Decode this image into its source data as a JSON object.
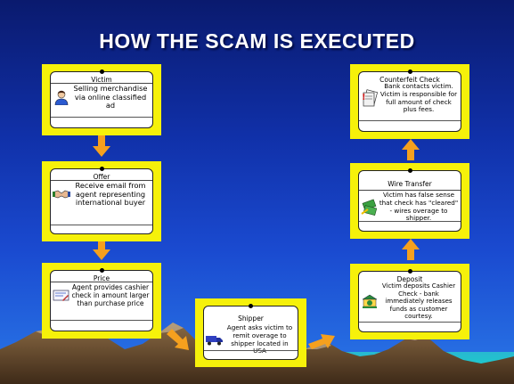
{
  "title": "HOW THE SCAM IS EXECUTED",
  "steps": [
    {
      "heading": "Victim",
      "text": "Selling merchandise via online classified ad",
      "icon": "person-icon"
    },
    {
      "heading": "Offer",
      "text": "Receive email from agent representing international buyer",
      "icon": "handshake-icon"
    },
    {
      "heading": "Price",
      "text": "Agent provides cashier check in amount larger than purchase price",
      "icon": "check-document-icon"
    },
    {
      "heading": "Shipper",
      "text": "Agent asks victim to remit overage to shipper located in USA",
      "icon": "truck-icon"
    },
    {
      "heading": "Deposit",
      "text": "Victim deposits Cashier Check - bank immediately releases funds as customer courtesy.",
      "icon": "bank-icon"
    },
    {
      "heading": "Wire Transfer",
      "text": "Victim has false sense that check has \"cleared\" - wires overage to shipper.",
      "icon": "money-wire-icon"
    },
    {
      "heading": "Counterfeit Check",
      "text": "Bank contacts victim.  Victim is responsible for full amount of check plus fees.",
      "icon": "alert-document-icon"
    }
  ],
  "colors": {
    "card": "#f6f10a",
    "arrow": "#f5a01e",
    "sky_top": "#0a1a6e",
    "sky_bottom": "#2a78e8",
    "mountain": "#6b4a2a",
    "water": "#1ecfd0"
  }
}
